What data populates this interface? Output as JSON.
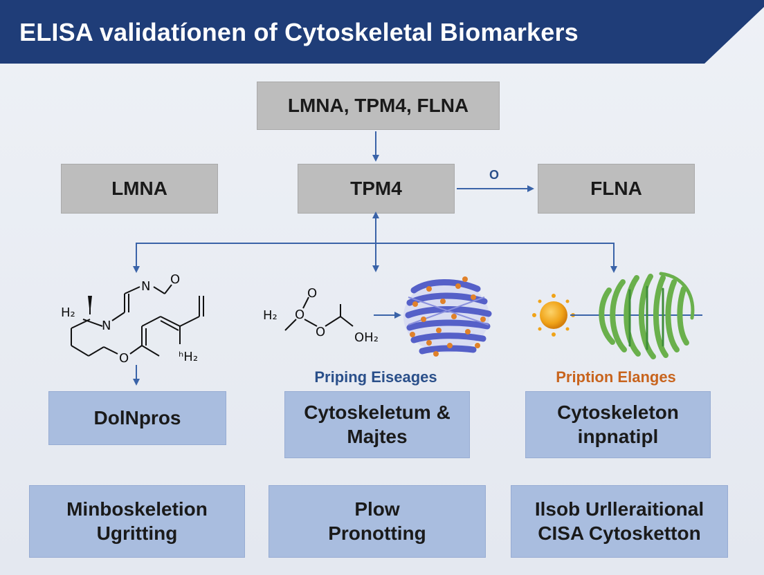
{
  "header": {
    "title": "ELISA validatíonen of Cytoskeletal Biomarkers",
    "background": "#1f3d78"
  },
  "top_box": {
    "label": "LMNA, TPM4, FLNA"
  },
  "row2": {
    "left": "LMNA",
    "center": "TPM4",
    "right": "FLNA",
    "arrow_label": "O"
  },
  "chem_left": {
    "atoms": [
      "H₂",
      "N",
      "N",
      "O",
      "O",
      "ʰH₂"
    ]
  },
  "chem_center": {
    "atoms": [
      "H₂",
      "O",
      "O",
      "O",
      "OH₂"
    ]
  },
  "captions": {
    "center": "Priping Eiseages",
    "right": "Pription Elanges"
  },
  "mid_boxes": [
    {
      "line1": "DolNpros",
      "line2": ""
    },
    {
      "line1": "Cytoskeletum &",
      "line2": "Majtes"
    },
    {
      "line1": "Cytoskeleton",
      "line2": "inpnatipl"
    }
  ],
  "bottom_boxes": [
    {
      "line1": "Minboskeletion",
      "line2": "Ugritting"
    },
    {
      "line1": "Plow",
      "line2": "Pronotting"
    },
    {
      "line1": "Ilsob Urlleraitional",
      "line2": "CISA Cytosketton"
    }
  ],
  "colors": {
    "header_bg": "#1f3d78",
    "gray_box": "#bdbdbd",
    "blue_box": "#a9bddf",
    "arrow": "#3a63a8",
    "caption_center": "#2a4f8a",
    "caption_right": "#c8641e",
    "protein_blue": "#5560c8",
    "protein_green": "#6ab04c",
    "sphere": "#f0a318"
  }
}
